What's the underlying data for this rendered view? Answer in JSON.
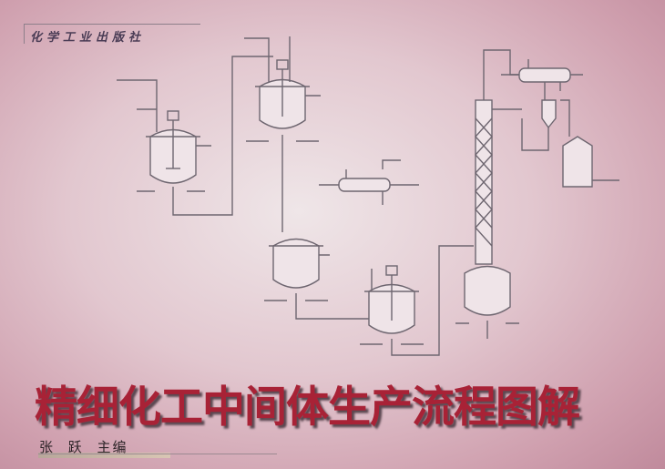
{
  "cover": {
    "publisher": "化学工业出版社",
    "title": "精细化工中间体生产流程图解",
    "author": "张 跃 主编",
    "colors": {
      "title": "#a82236",
      "background": "#e2c7cf",
      "line": "#6e6670"
    }
  }
}
